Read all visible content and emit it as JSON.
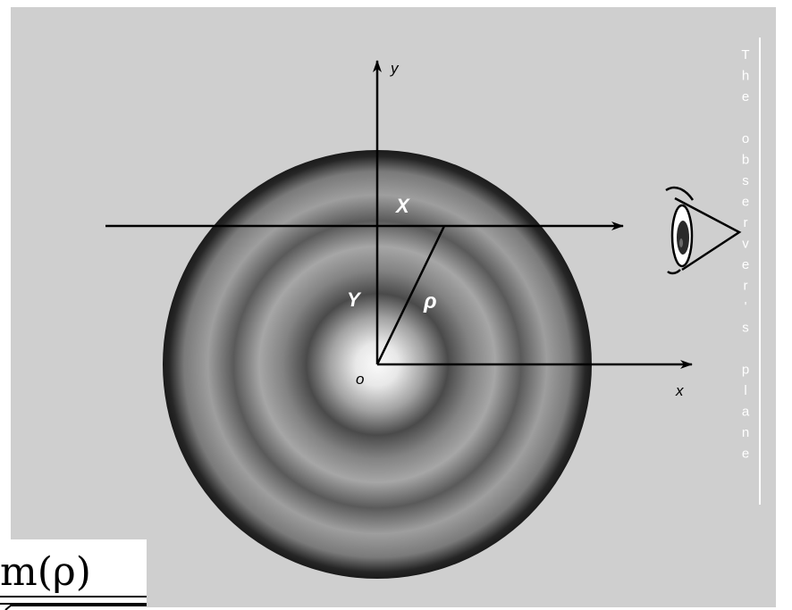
{
  "labels": {
    "y_axis": "y",
    "x_axis": "x",
    "origin": "o",
    "X": "X",
    "Y": "Y",
    "rho": "ρ"
  },
  "side_text": "The observer's plane",
  "formula": "m(ρ)",
  "colors": {
    "background": "#cfcfcf",
    "ring_dark": "#1e1e1e",
    "center_light": "#f8f8f8",
    "line": "#000000",
    "side_text": "#ffffff"
  },
  "icons": [
    "eye-icon"
  ]
}
